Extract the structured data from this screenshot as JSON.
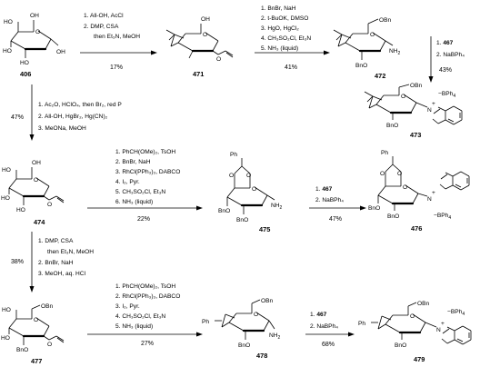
{
  "compounds": {
    "c406": "406",
    "c471": "471",
    "c472": "472",
    "c473": "473",
    "c474": "474",
    "c475": "475",
    "c476": "476",
    "c477": "477",
    "c478": "478",
    "c479": "479"
  },
  "atoms": {
    "ho": "HO",
    "oh": "OH",
    "o": "O",
    "obn": "OBn",
    "bno": "BnO",
    "nh2": "NH",
    "sub2": "2",
    "ph": "Ph",
    "n": "N",
    "bph4": "BPh",
    "sub4": "4",
    "plus": "+",
    "minus": "−"
  },
  "step1": {
    "l1": "1. All-OH, AcCl",
    "l2": "2. DMP, CSA",
    "l3": "then Et₃N, MeOH",
    "yield": "17%"
  },
  "step2": {
    "l1": "1. BnBr, NaH",
    "l2": "2. t-BuOK, DMSO",
    "l3": "3. HgO, HgCl₂",
    "l4": "4. CH₃SO₂Cl, Et₃N",
    "l5": "5. NH₃ (liquid)",
    "yield": "41%"
  },
  "step3": {
    "l1a": "1. ",
    "l1b": "467",
    "l2": "2. NaBPh₄",
    "yield": "43%"
  },
  "step4": {
    "l1": "1. Ac₂O, HClO₄, then Br₂, red P",
    "l2": "2. All-OH, HgBr₂, Hg(CN)₂",
    "l3": "3. MeONa, MeOH",
    "yield": "47%"
  },
  "step5": {
    "l1": "1. PhCH(OMe)₂, TsOH",
    "l2": "2. BnBr, NaH",
    "l3": "3. RhCl(PPh₃)₃, DABCO",
    "l4": "4. I₂, Pyr.",
    "l5": "5. CH₃SO₂Cl, Et₃N",
    "l6": "6. NH₃ (liquid)",
    "yield": "22%"
  },
  "step6": {
    "l1a": "1. ",
    "l1b": "467",
    "l2": "2. NaBPh₄",
    "yield": "47%"
  },
  "step7": {
    "l1": "1. DMP, CSA",
    "l2": "then Et₃N, MeOH",
    "l3": "2. BnBr, NaH",
    "l4": "3. MeOH, aq. HCl",
    "yield": "38%"
  },
  "step8": {
    "l1": "1. PhCH(OMe)₂, TsOH",
    "l2": "2. RhCl(PPh₃)₃, DABCO",
    "l3": "3. I₂, Pyr.",
    "l4": "4. CH₃SO₂Cl, Et₃N",
    "l5": "5. NH₃ (liquid)",
    "yield": "27%"
  },
  "step9": {
    "l1a": "1. ",
    "l1b": "467",
    "l2": "2. NaBPh₄",
    "yield": "68%"
  }
}
